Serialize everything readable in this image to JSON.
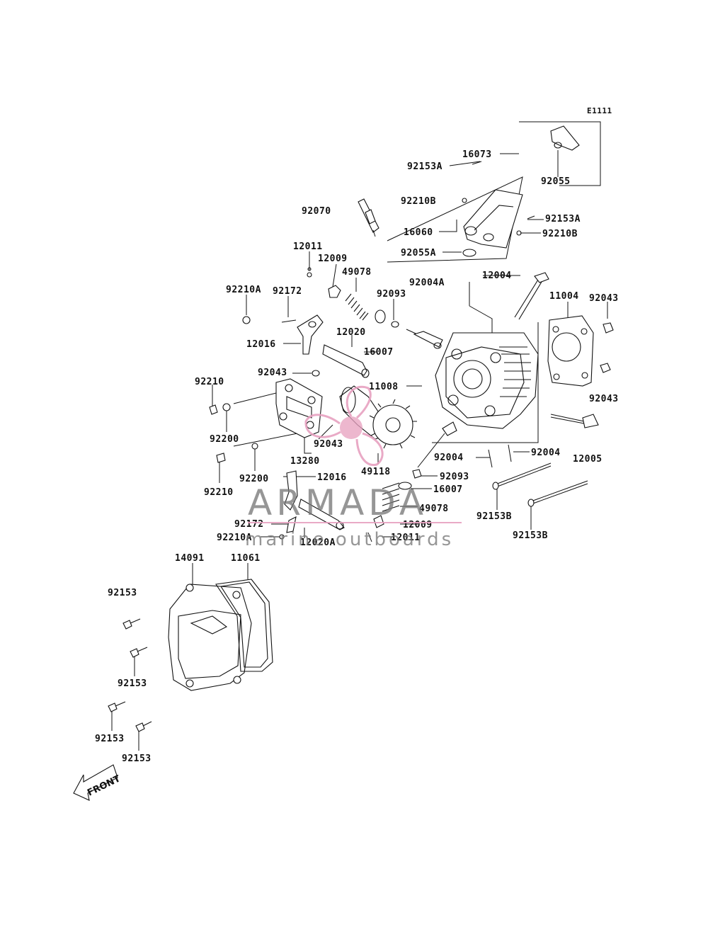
{
  "diagram": {
    "code": "E1111",
    "front_label": "FRONT",
    "parts": [
      "16073",
      "92055",
      "92153A",
      "92210B",
      "92070",
      "92153A",
      "16060",
      "92210B",
      "92055A",
      "12011",
      "12009",
      "49078",
      "92004A",
      "12004",
      "92210A",
      "92172",
      "92093",
      "11004",
      "92043",
      "12016",
      "12020",
      "16007",
      "92043",
      "92210",
      "11008",
      "92043",
      "92200",
      "92043",
      "13280",
      "92004",
      "92004",
      "12005",
      "92200",
      "49118",
      "12016",
      "92093",
      "92210",
      "16007",
      "49078",
      "92153B",
      "92172",
      "12009",
      "92210A",
      "12011",
      "12020A",
      "92153B",
      "14091",
      "11061",
      "92153",
      "92153",
      "92153",
      "92153"
    ]
  },
  "watermark": {
    "brand": "ARMADA",
    "tagline": "marine outboards",
    "accent_color": "#e7a1c0"
  }
}
